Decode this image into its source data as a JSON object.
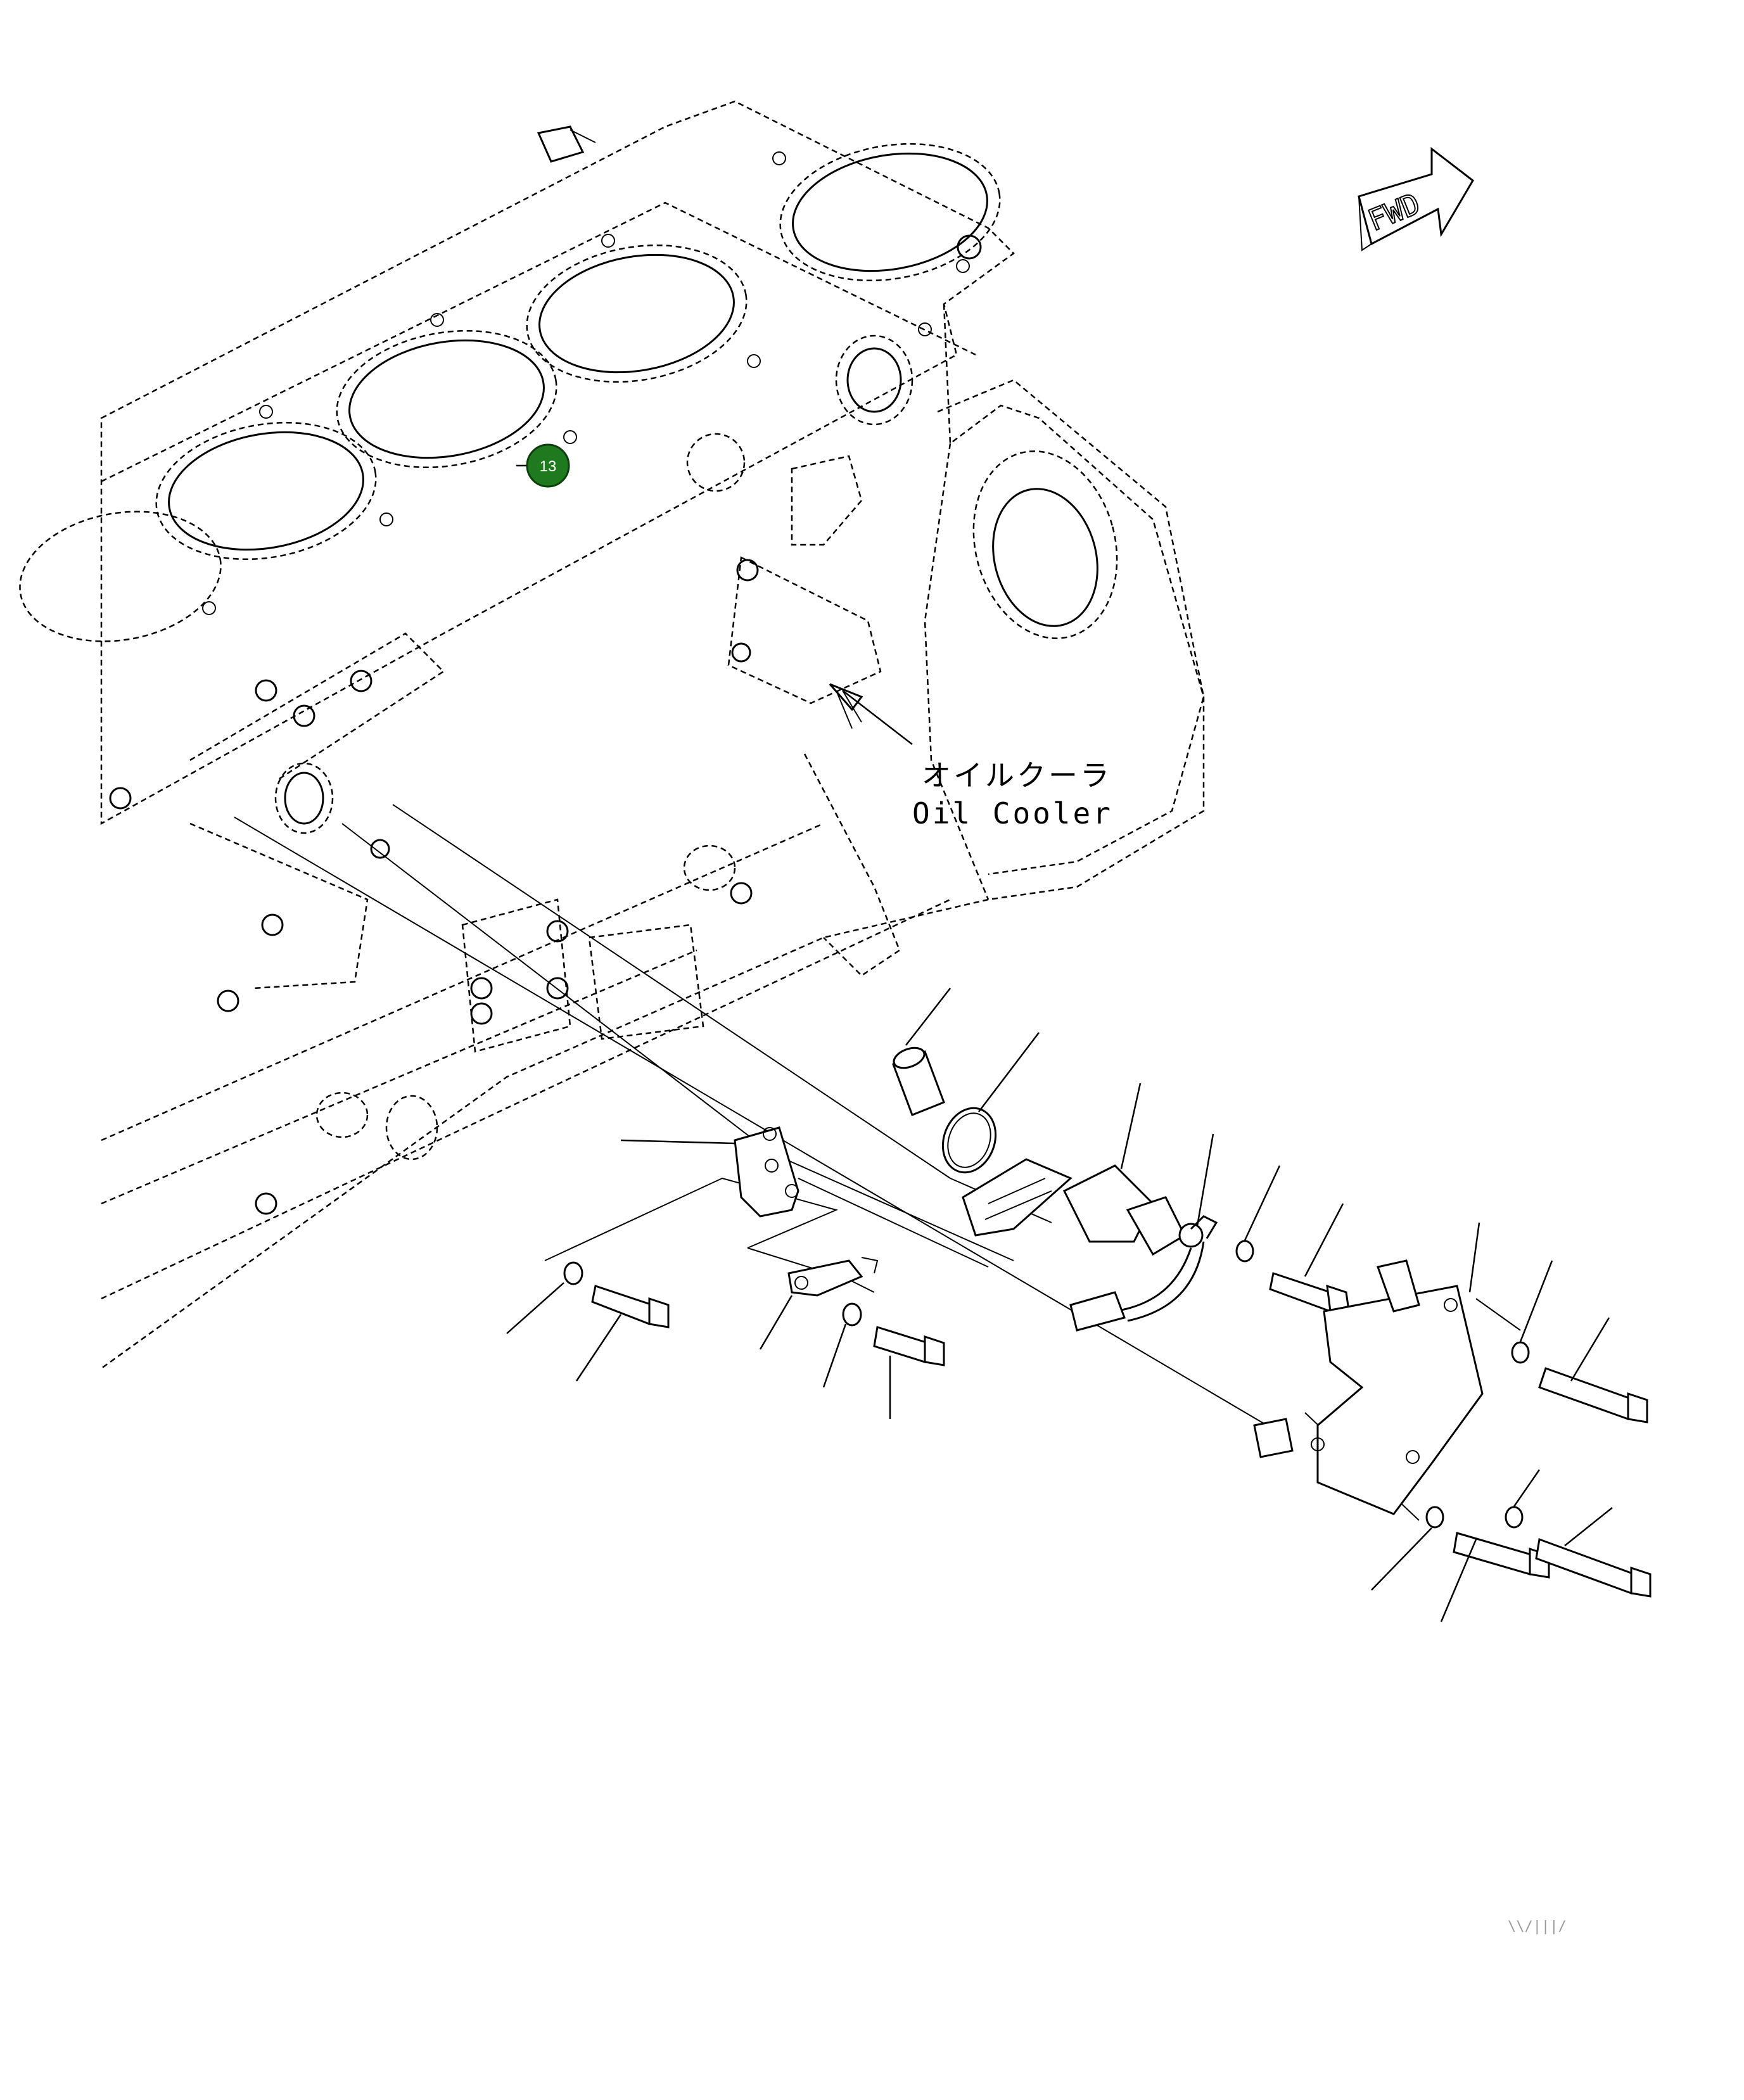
{
  "diagram": {
    "label_jp": "オイルクーラ",
    "label_en": "Oil Cooler",
    "fwd_label": "FWD",
    "callout_number": "13",
    "callout_color": "#1f7a1f",
    "corner_mark": "\\\\/|||/",
    "line_color": "#000000"
  }
}
